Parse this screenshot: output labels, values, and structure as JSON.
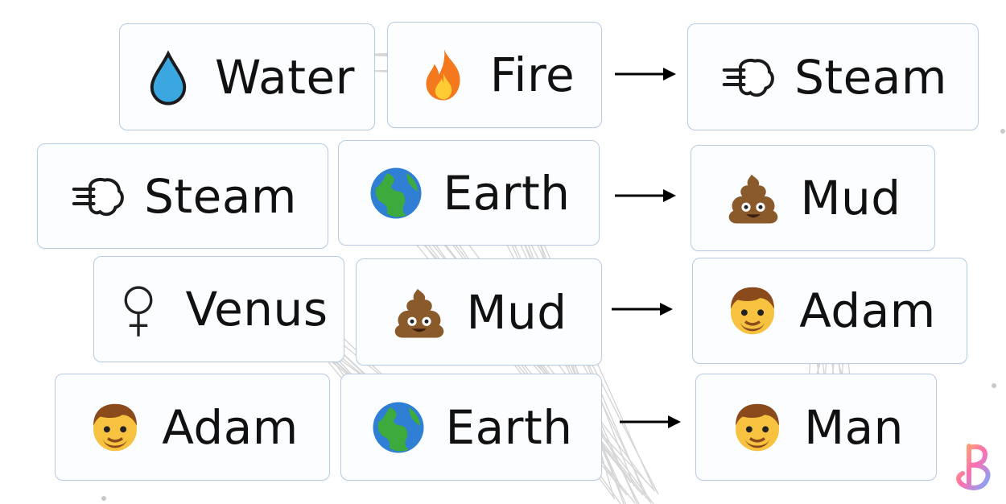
{
  "recipes": [
    {
      "first": {
        "label": "Water",
        "icon": "water-drop-icon"
      },
      "second": {
        "label": "Fire",
        "icon": "fire-icon"
      },
      "result": {
        "label": "Steam",
        "icon": "steam-puff-icon"
      }
    },
    {
      "first": {
        "label": "Steam",
        "icon": "steam-puff-icon"
      },
      "second": {
        "label": "Earth",
        "icon": "earth-globe-icon"
      },
      "result": {
        "label": "Mud",
        "icon": "poop-icon"
      }
    },
    {
      "first": {
        "label": "Venus",
        "icon": "female-sign-icon"
      },
      "second": {
        "label": "Mud",
        "icon": "poop-icon"
      },
      "result": {
        "label": "Adam",
        "icon": "man-face-icon"
      }
    },
    {
      "first": {
        "label": "Adam",
        "icon": "man-face-icon"
      },
      "second": {
        "label": "Earth",
        "icon": "earth-globe-icon"
      },
      "result": {
        "label": "Man",
        "icon": "man-face-icon"
      }
    }
  ],
  "colors": {
    "card_border": "#b8cbe0",
    "card_bg": "#fbfdff",
    "arrow": "#000000",
    "text": "#111111"
  }
}
